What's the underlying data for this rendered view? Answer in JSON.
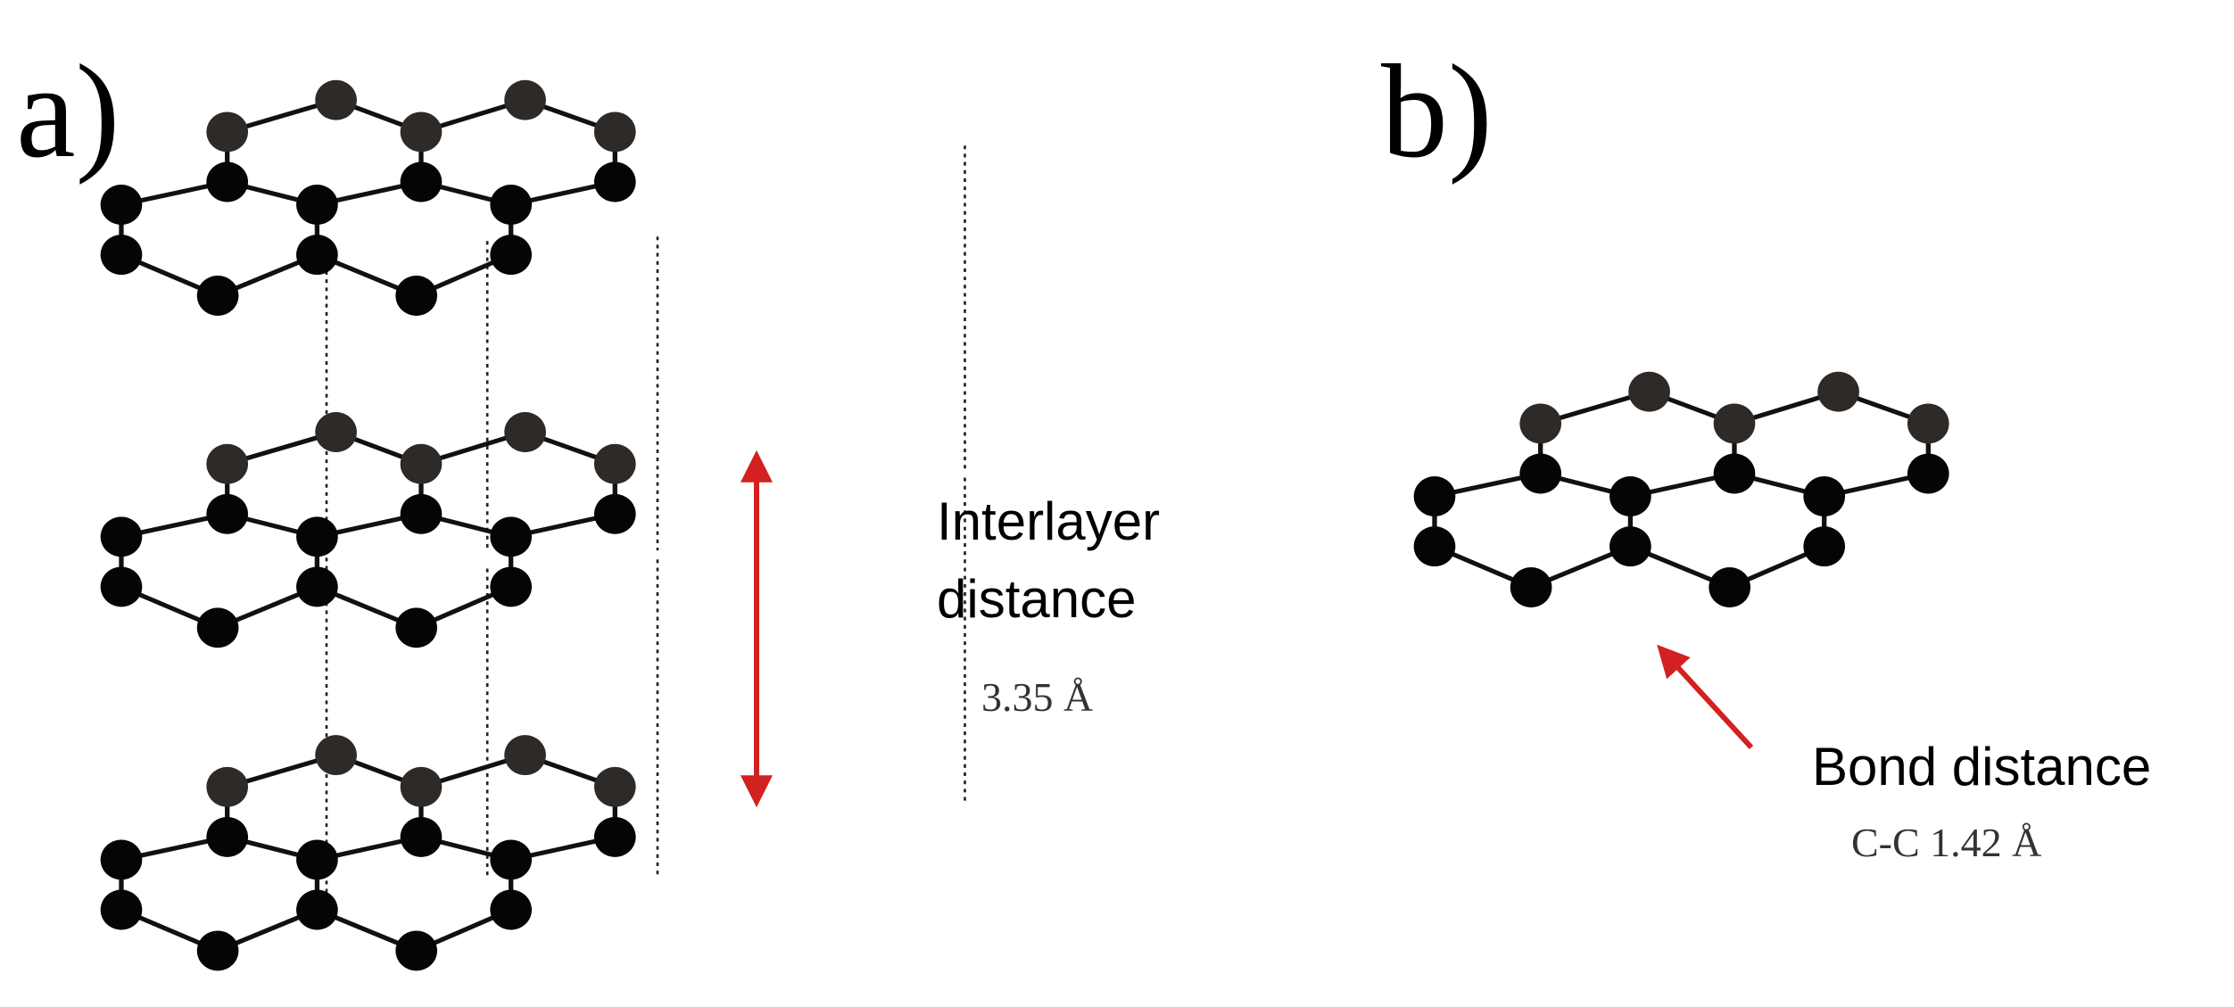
{
  "panels": [
    {
      "label": "a)"
    },
    {
      "label": "b)"
    }
  ],
  "interlayer": {
    "label_line1": "Interlayer",
    "label_line2": "distance",
    "value": "3.35 Å"
  },
  "bond": {
    "label": "Bond distance",
    "value": "C-C 1.42 Å"
  },
  "colors": {
    "arrow": "#d32020",
    "atom": "#050505",
    "bond": "#111111"
  }
}
